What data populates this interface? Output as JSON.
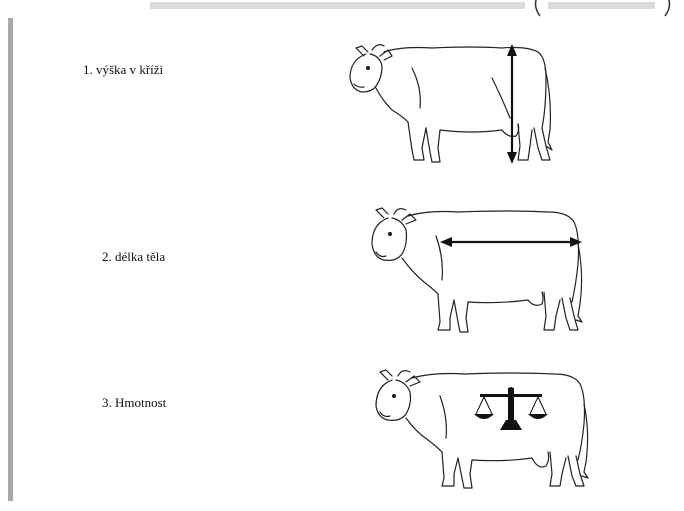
{
  "measurements": [
    {
      "label": "1. výška v kříži",
      "indicator": "vertical-arrow"
    },
    {
      "label": "2. délka těla",
      "indicator": "horizontal-arrow"
    },
    {
      "label": "3.  Hmotnost",
      "indicator": "scale-icon"
    }
  ],
  "colors": {
    "line": "#222222",
    "sidebar": "#a8a8a8",
    "background": "#ffffff"
  }
}
